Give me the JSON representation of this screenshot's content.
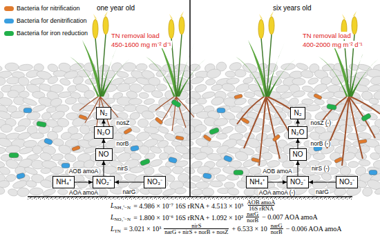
{
  "diagram": {
    "nodes": [
      {
        "text": [
          "N₂"
        ]
      },
      {
        "text": [
          "N₂O"
        ]
      },
      {
        "text": [
          "NO"
        ]
      },
      {
        "text": [
          "NH₄⁺"
        ]
      },
      {
        "text": [
          "NO₂⁻"
        ]
      },
      {
        "text": [
          "NO₃⁻"
        ]
      },
      {
        "text": [
          "N₂"
        ]
      },
      {
        "text": [
          "N₂O"
        ]
      },
      {
        "text": [
          "NO"
        ]
      },
      {
        "text": [
          "NH₄⁺"
        ]
      },
      {
        "text": [
          "NO₂⁻"
        ]
      },
      {
        "text": [
          "NO₃⁻"
        ]
      }
    ],
    "edges": [
      {
        "from": 3,
        "to": 4,
        "arrow": "to",
        "label": "AOB amoA"
      },
      {
        "from": 5,
        "to": 4,
        "arrow": "to",
        "label": "narG"
      },
      {
        "from": 4,
        "to": 2,
        "arrow": "to",
        "label": "nirS"
      },
      {
        "from": 2,
        "to": 1,
        "arrow": "to",
        "label": "norB"
      },
      {
        "from": 1,
        "to": 0,
        "arrow": "to",
        "label": "nosZ"
      },
      {
        "from": 9,
        "to": 10,
        "arrow": "to",
        "label": "AOB amoA"
      },
      {
        "from": 11,
        "to": 10,
        "arrow": "to",
        "label": "narG"
      },
      {
        "from": 10,
        "to": 8,
        "arrow": "to",
        "label": "nirS (-)"
      },
      {
        "from": 8,
        "to": 7,
        "arrow": "to",
        "label": "norB (-)"
      },
      {
        "from": 7,
        "to": 6,
        "arrow": "to",
        "label": "nosZ (-)"
      }
    ],
    "labels": [
      "one year old",
      "six years old",
      "TN removal load",
      "450-1600 mg m⁻² d⁻¹",
      "TN removal load",
      "400-2000 mg m⁻² d⁻¹",
      "AOA amoA",
      "AOA amoA (-)",
      "L",
      "NH₄⁺−N",
      "= 4.986 × 10⁻⁷ 16S rRNA + 4.513 × 10⁵",
      "AOB amoA",
      "16S rRNA",
      "L",
      "NO₃⁻−N",
      "= 1.800 × 10⁻⁶ 16S rRNA + 1.092 × 10²",
      "narG",
      "norB",
      "− 0.007 AOA amoA",
      "L",
      "TN",
      "= 3.021 × 10³",
      "nirS",
      "narG + nirS + norB + nosZ",
      "+ 6.533 × 10",
      "narG",
      "norB",
      "− 0.006 AOA amoA"
    ],
    "legend": [
      {
        "text": "Bacteria for nitrification",
        "color": "#e07b2e"
      },
      {
        "text": "Bacteria for denitrification",
        "color": "#3a9fe0"
      },
      {
        "text": "Bacteria for iron reduction",
        "color": "#22b04a"
      }
    ]
  }
}
